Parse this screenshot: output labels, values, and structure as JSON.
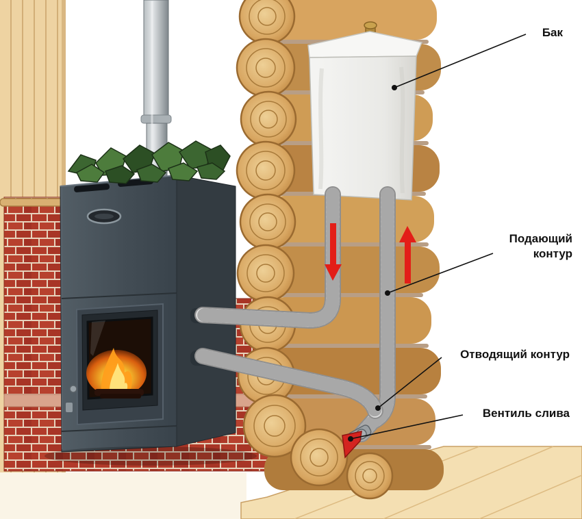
{
  "diagram": {
    "labels": {
      "tank": "Бак",
      "supply": "Подающий контур",
      "return": "Отводящий контур",
      "drain": "Вентиль слива"
    },
    "colors": {
      "arrow_red": "#e31e18",
      "drain_handle_red": "#d42420",
      "brick": "#b23b2a",
      "stove_body": "#47525a",
      "tank_white": "#efefec",
      "pipe_gray": "#dcdcdc",
      "log_wood": "#cf9a52",
      "label_text": "#111111",
      "leader_line": "#111111"
    }
  }
}
